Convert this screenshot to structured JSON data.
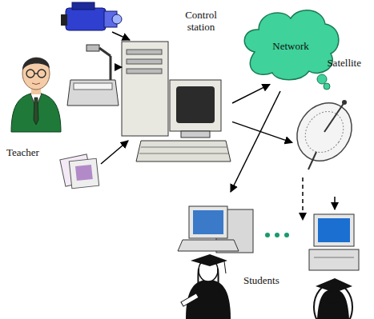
{
  "diagram": {
    "nodes": [
      {
        "text": [
          "Control station"
        ]
      },
      {
        "text": [
          "Network"
        ]
      },
      {
        "text": [
          "Satellite"
        ]
      }
    ],
    "edges": [
      {
        "from": 0,
        "to": 1,
        "arrow": "to"
      },
      {
        "from": 0,
        "to": 2,
        "arrow": "to"
      }
    ],
    "labels": [
      "Teacher",
      "Students"
    ]
  }
}
